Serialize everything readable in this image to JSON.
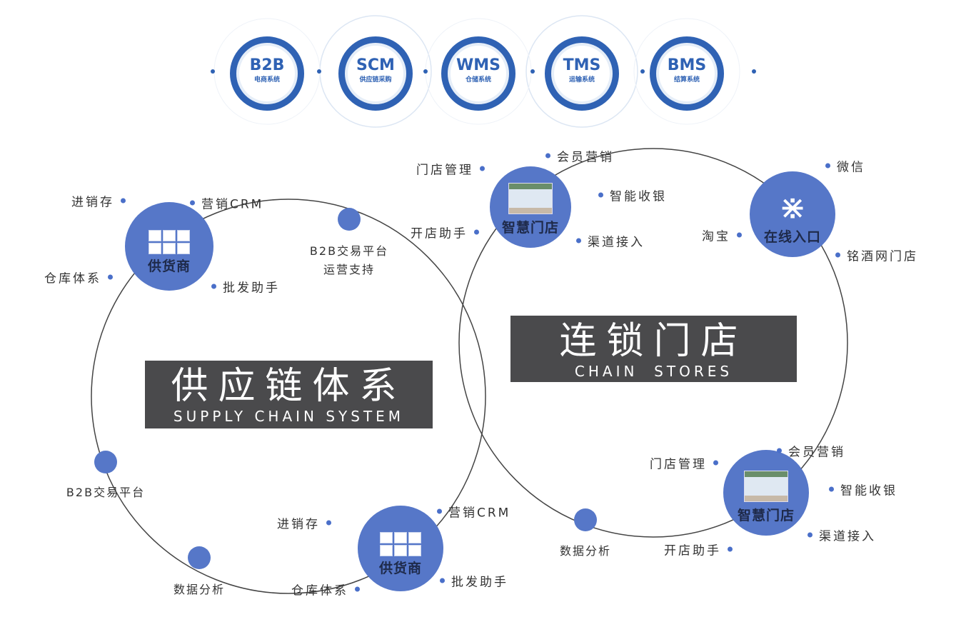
{
  "systems": [
    {
      "code": "B2B",
      "name": "电商系统"
    },
    {
      "code": "SCM",
      "name": "供应链采购"
    },
    {
      "code": "WMS",
      "name": "仓储系统"
    },
    {
      "code": "TMS",
      "name": "运输系统"
    },
    {
      "code": "BMS",
      "name": "结算系统"
    }
  ],
  "supply_chain": {
    "title_cn": "供应链体系",
    "title_en": "SUPPLY CHAIN SYSTEM",
    "supplier_top": {
      "name": "供货商",
      "labels": [
        "进销存",
        "营销CRM",
        "仓库体系",
        "批发助手"
      ]
    },
    "supplier_bottom": {
      "name": "供货商",
      "labels": [
        "进销存",
        "营销CRM",
        "仓库体系",
        "批发助手"
      ]
    },
    "b2b_ops": [
      "B2B交易平台",
      "运营支持"
    ],
    "b2b_platform": "B2B交易平台",
    "data_analysis": "数据分析"
  },
  "chain_stores": {
    "title_cn": "连锁门店",
    "title_en": "CHAIN  STORES",
    "store_top": {
      "name": "智慧门店",
      "labels": [
        "门店管理",
        "会员营销",
        "智能收银",
        "开店助手",
        "渠道接入"
      ]
    },
    "store_bottom": {
      "name": "智慧门店",
      "labels": [
        "门店管理",
        "会员营销",
        "智能收银",
        "渠道接入",
        "开店助手"
      ]
    },
    "online": {
      "name": "在线入口",
      "labels": [
        "微信",
        "淘宝",
        "铭酒网门店"
      ]
    },
    "data_analysis": "数据分析"
  },
  "colors": {
    "accent": "#5677c8",
    "ring": "#2f62b4",
    "box": "#4a4a4c"
  }
}
